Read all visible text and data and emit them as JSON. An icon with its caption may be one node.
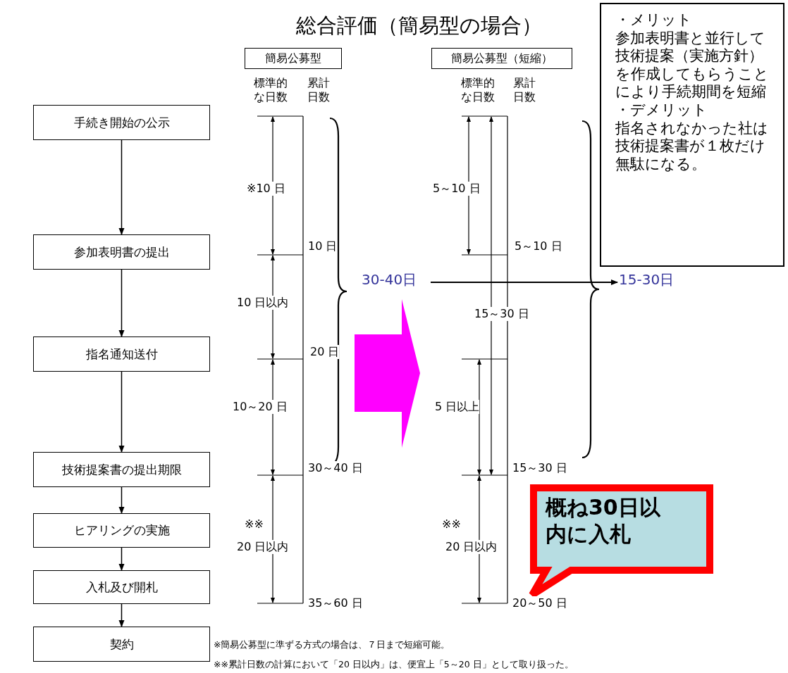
{
  "diagram": {
    "title": "総合評価（簡易型の場合）",
    "nodes": [
      {
        "text": [
          "手続き開始の公示"
        ]
      },
      {
        "text": [
          "参加表明書の提出"
        ]
      },
      {
        "text": [
          "指名通知送付"
        ]
      },
      {
        "text": [
          "技術提案書の提出期限"
        ]
      },
      {
        "text": [
          "ヒアリングの実施"
        ]
      },
      {
        "text": [
          "入札及び開札"
        ]
      },
      {
        "text": [
          "契約"
        ]
      },
      {
        "text": [
          "簡易公募型"
        ]
      },
      {
        "text": [
          "簡易公募型（短縮）"
        ]
      },
      {
        "text": [
          "・メリット",
          "参加表明書と並行して技術提案（実施方針）を作成してもらうことにより手続期間を短縮",
          "・デメリット",
          "指名されなかった社は技術提案書が１枚だけ無駄になる。"
        ]
      },
      {
        "text": [
          "概ね30日以内に入札"
        ]
      },
      {
        "text": [
          "30-40日"
        ]
      },
      {
        "text": [
          "15-30日"
        ]
      }
    ],
    "edges": [
      {
        "from": 0,
        "to": 1,
        "arrow": "to"
      },
      {
        "from": 1,
        "to": 2,
        "arrow": "to"
      },
      {
        "from": 2,
        "to": 3,
        "arrow": "to"
      },
      {
        "from": 3,
        "to": 4,
        "arrow": "to"
      },
      {
        "from": 4,
        "to": 5,
        "arrow": "to"
      },
      {
        "from": 5,
        "to": 6,
        "arrow": "to"
      },
      {
        "from": 11,
        "to": 12,
        "arrow": "to"
      }
    ],
    "labels": [
      "標準的な日数",
      "累計日数",
      "※10 日",
      "10 日",
      "10 日以内",
      "20 日",
      "10～20 日",
      "30～40 日",
      "※※",
      "20 日以内",
      "35～60 日",
      "標準的な日数",
      "累計日数",
      "5～10 日",
      "5～10 日",
      "15～30 日",
      "5 日以上",
      "15～30 日",
      "※※",
      "20 日以内",
      "20～50 日",
      "※簡易公募型に準ずる方式の場合は、７日まで短縮可能。",
      "※※累計日数の計算において「20 日以内」は、便宜上「5～20 日」として取り扱った。"
    ]
  }
}
